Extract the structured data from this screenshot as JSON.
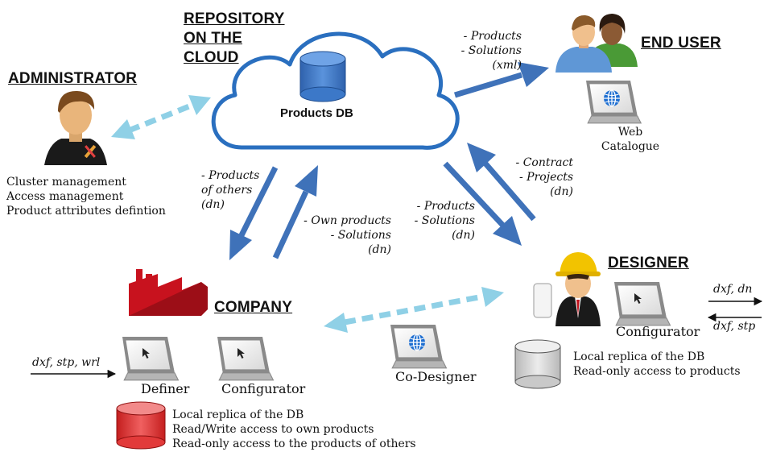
{
  "repository": {
    "title_lines": [
      "REPOSITORY",
      "ON THE",
      "CLOUD"
    ],
    "db_label": "Products DB"
  },
  "administrator": {
    "title": "ADMINISTRATOR",
    "duties": [
      "Cluster management",
      "Access management",
      "Product attributes defintion"
    ]
  },
  "end_user": {
    "title": "END USER",
    "device_label_lines": [
      "Web",
      "Catalogue"
    ]
  },
  "company": {
    "title": "COMPANY",
    "definer_label": "Definer",
    "configurator_label": "Configurator",
    "input_label": "dxf, stp, wrl",
    "db_notes": [
      "Local replica of the DB",
      "Read/Write access to own products",
      "Read-only access to the products of others"
    ]
  },
  "designer": {
    "title": "DESIGNER",
    "configurator_label": "Configurator",
    "io_out_label": "dxf, dn",
    "io_in_label": "dxf, stp",
    "db_notes": [
      "Local replica of the DB",
      "Read-only access to products"
    ]
  },
  "co_designer": {
    "label": "Co-Designer"
  },
  "flows": {
    "to_end_user": [
      "- Products",
      "- Solutions",
      "(xml)"
    ],
    "to_company": [
      "- Products",
      "of others",
      "(dn)"
    ],
    "from_company": [
      "- Own products",
      "- Solutions",
      "(dn)"
    ],
    "to_designer": [
      "- Products",
      "- Solutions",
      "(dn)"
    ],
    "from_designer": [
      "- Contract",
      "- Projects",
      "(dn)"
    ]
  },
  "colors": {
    "arrow_blue": "#3f72b9",
    "dashed_light_blue": "#8fd0e6",
    "cloud_outline": "#2a6fbf",
    "db_blue": "#3c78c8",
    "db_red": "#e23a3a",
    "db_grey": "#d6d6d6",
    "factory_red": "#c8121e"
  }
}
